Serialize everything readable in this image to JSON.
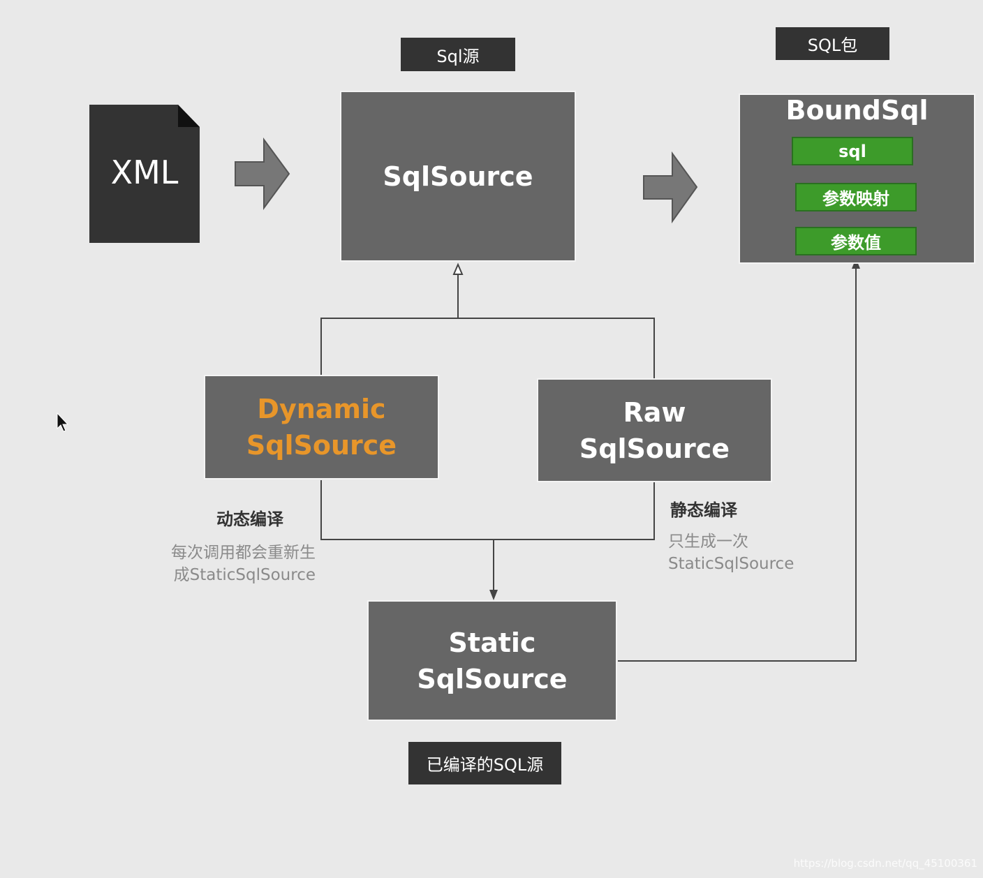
{
  "xml_doc": {
    "label": "XML"
  },
  "sqlsource": {
    "tag": "Sql源",
    "label": "SqlSource"
  },
  "boundsql": {
    "tag": "SQL包",
    "title": "BoundSql",
    "fields": [
      "sql",
      "参数映射",
      "参数值"
    ]
  },
  "dynamic": {
    "line1": "Dynamic",
    "line2": "SqlSource",
    "note_title": "动态编译",
    "note_line1": "每次调用都会重新生",
    "note_line2": "成StaticSqlSource"
  },
  "raw": {
    "line1": "Raw",
    "line2": "SqlSource",
    "note_title": "静态编译",
    "note_line1": "只生成一次",
    "note_line2": "StaticSqlSource"
  },
  "static": {
    "line1": "Static",
    "line2": "SqlSource",
    "tag": "已编译的SQL源"
  },
  "watermark": "https://blog.csdn.net/qq_45100361",
  "colors": {
    "background": "#e9e9e9",
    "box": "#666666",
    "tag": "#333333",
    "dynamic_text": "#e8962a",
    "field_green": "#3d9b2a"
  }
}
